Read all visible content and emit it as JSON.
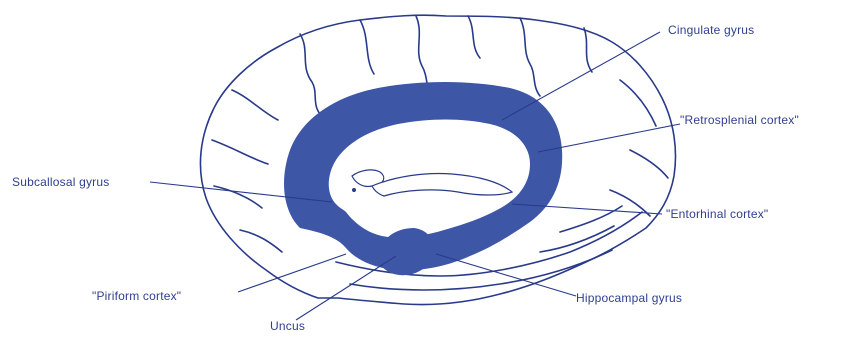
{
  "colors": {
    "limbic_fill": "#3e56a6",
    "line": "#2a3a8a",
    "text": "#2f3f8f",
    "background": "#ffffff"
  },
  "labels": {
    "cingulate": "Cingulate gyrus",
    "retrosplenial": "\"Retrosplenial cortex\"",
    "subcallosal": "Subcallosal gyrus",
    "entorhinal": "\"Entorhinal cortex\"",
    "piriform": "\"Piriform cortex\"",
    "hippocampal": "Hippocampal gyrus",
    "uncus": "Uncus"
  }
}
